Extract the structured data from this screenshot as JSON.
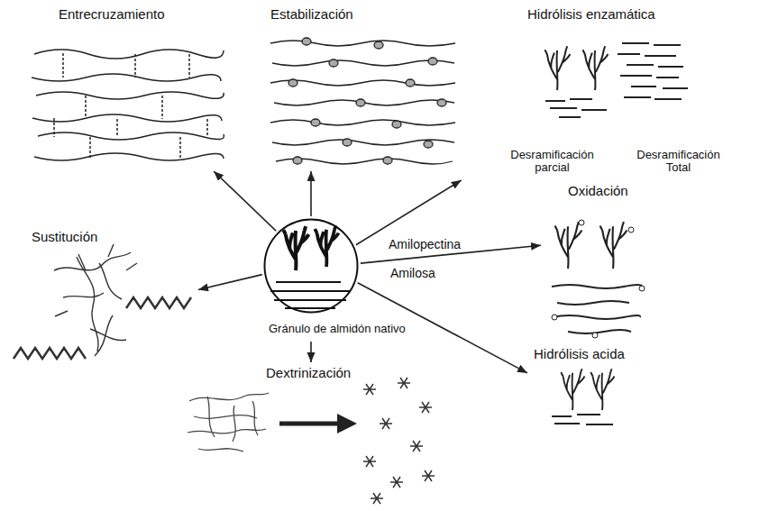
{
  "diagram": {
    "nodes": [
      {
        "text": [
          "Gránulo de almidón nativo"
        ]
      },
      {
        "text": [
          "Entrecruzamiento"
        ]
      },
      {
        "text": [
          "Estabilización"
        ]
      },
      {
        "text": [
          "Hidrólisis enzamática",
          "Desramificación parcial",
          "Desramificación Total"
        ]
      },
      {
        "text": [
          "Oxidación"
        ]
      },
      {
        "text": [
          "Hidrólisis acida"
        ]
      },
      {
        "text": [
          "Sustitución"
        ]
      },
      {
        "text": [
          "Dextrinización"
        ]
      }
    ],
    "edges": [
      {
        "from": 0,
        "to": 1,
        "arrow": "to"
      },
      {
        "from": 0,
        "to": 2,
        "arrow": "to"
      },
      {
        "from": 0,
        "to": 3,
        "arrow": "to"
      },
      {
        "from": 0,
        "to": 4,
        "arrow": "to"
      },
      {
        "from": 0,
        "to": 5,
        "arrow": "to"
      },
      {
        "from": 0,
        "to": 6,
        "arrow": "to"
      },
      {
        "from": 0,
        "to": 7,
        "arrow": "to"
      }
    ],
    "labels": [
      "Amilopectina",
      "Amilosa"
    ]
  }
}
